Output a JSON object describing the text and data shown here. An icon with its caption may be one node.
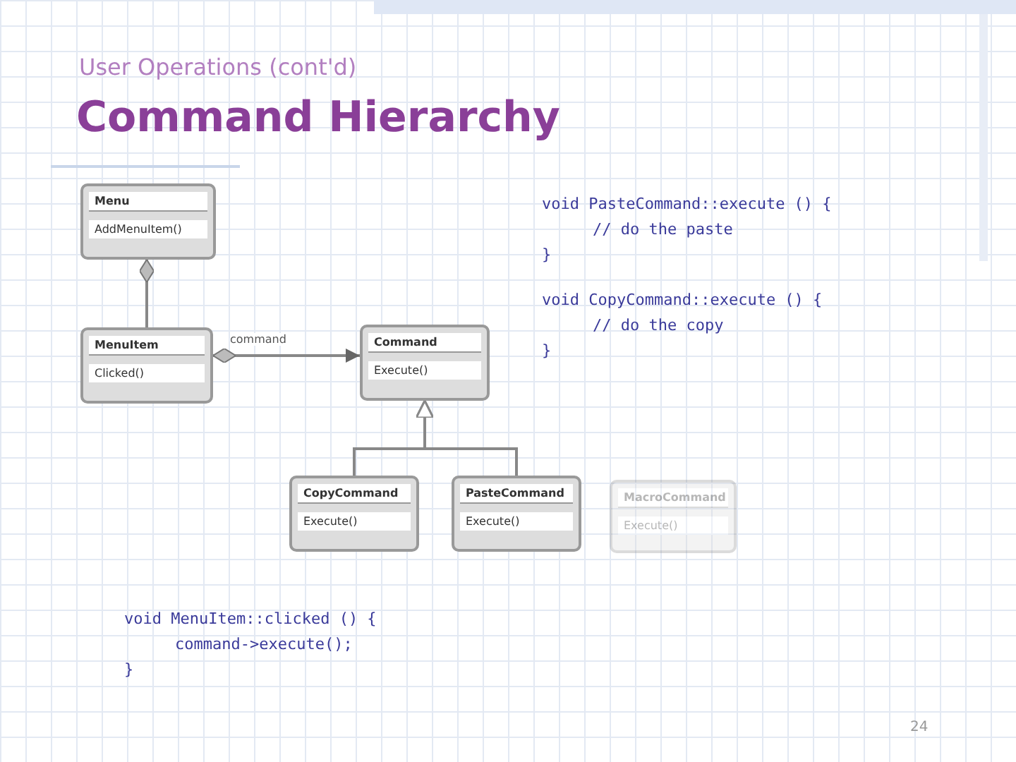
{
  "diagram": {
    "title": "Command Hierarchy",
    "caption": "User Operations (cont'd)",
    "nodes": [
      {
        "text": [
          "Menu",
          "AddMenuItem()"
        ]
      },
      {
        "text": [
          "MenuItem",
          "Clicked()"
        ]
      },
      {
        "text": [
          "Command",
          "Execute()"
        ]
      },
      {
        "text": [
          "CopyCommand",
          "Execute()"
        ]
      },
      {
        "text": [
          "PasteCommand",
          "Execute()"
        ]
      },
      {
        "text": [
          "MacroCommand",
          "Execute()"
        ]
      }
    ],
    "edges": [
      {
        "from": 1,
        "to": 0,
        "arrow": "other"
      },
      {
        "from": 1,
        "to": 2,
        "arrow": "to",
        "label": "command"
      },
      {
        "from": 3,
        "to": 2,
        "arrow": "to"
      },
      {
        "from": 4,
        "to": 2,
        "arrow": "to"
      }
    ],
    "labels": [
      "void PasteCommand::execute () {",
      "// do the paste",
      "}",
      "void CopyCommand::execute () {",
      "// do the copy",
      "}",
      "void MenuItem::clicked () {",
      "command->execute();",
      "}",
      "24"
    ]
  }
}
